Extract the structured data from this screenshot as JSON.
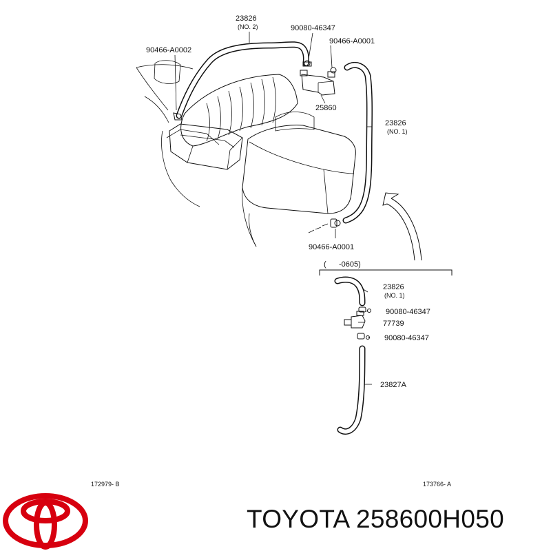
{
  "labels": {
    "hose_no2_part": "23826",
    "hose_no2_sub": "(NO. 2)",
    "clip_top": "90080-46347",
    "clamp_left": "90466-A0002",
    "clamp_right_top": "90466-A0001",
    "vsv_part": "25860",
    "hose_no1_part": "23826",
    "hose_no1_sub": "(NO. 1)",
    "clamp_bottom": "90466-A0001",
    "range_note": "(      -0605)",
    "detail_hose_part": "23826",
    "detail_hose_sub": "(NO. 1)",
    "detail_clip_upper": "90080-46347",
    "detail_valve": "77739",
    "detail_clip_lower": "90080-46347",
    "detail_hose_b": "23827A"
  },
  "refs": {
    "left": "172979- B",
    "right": "173766- A"
  },
  "brand": {
    "text": "TOYOTA 258600H050",
    "logo": "toyota-logo",
    "logo_color": "#d7000f"
  }
}
